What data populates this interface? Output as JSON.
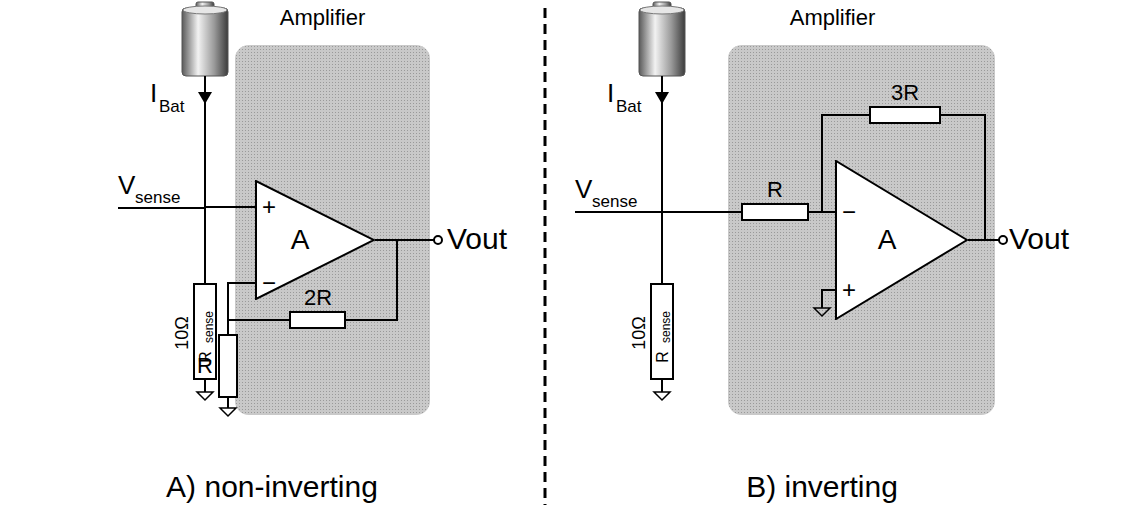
{
  "diagram": {
    "nodes": [
      {
        "text": [
          "Amplifier"
        ]
      },
      {
        "text": [
          "+",
          "−",
          "A"
        ],
        "in": 0
      },
      {
        "text": [
          "10Ω",
          "R",
          "sense"
        ]
      },
      {
        "text": [
          "Amplifier"
        ]
      },
      {
        "text": [
          "−",
          "+",
          "A"
        ],
        "in": 3
      },
      {
        "text": [
          "10Ω",
          "R",
          "sense"
        ]
      }
    ],
    "edges": [
      {
        "from": 2,
        "to": 1,
        "arrow": "none"
      }
    ],
    "labels": [
      "I",
      "Bat",
      "V",
      "sense",
      "R",
      "2R",
      "Vout",
      "I",
      "Bat",
      "V",
      "sense",
      "3R",
      "R",
      "Vout",
      "A) non-inverting",
      "B) inverting"
    ]
  }
}
